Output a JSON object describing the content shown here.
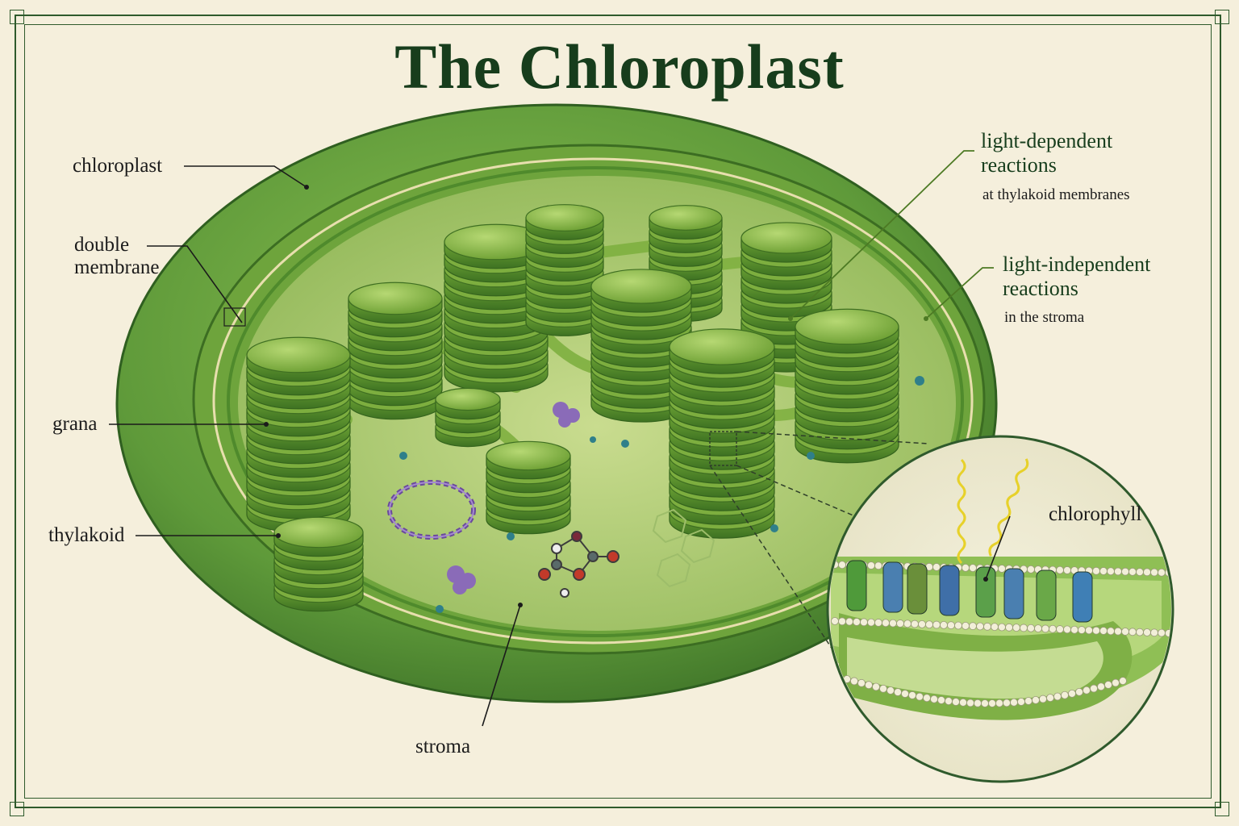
{
  "title": "The Chloroplast",
  "labels": {
    "chloroplast": "chloroplast",
    "double_membrane": "double\nmembrane",
    "grana": "grana",
    "thylakoid": "thylakoid",
    "stroma": "stroma",
    "light_dependent": "light-dependent\nreactions",
    "light_dependent_sub": "at thylakoid membranes",
    "light_independent": "light-independent\nreactions",
    "light_independent_sub": "in the stroma",
    "chlorophyll": "chlorophyll"
  },
  "colors": {
    "title": "#173d1c",
    "frame": "#2f5a2c",
    "background": "#f5efdc",
    "chloroplast_outer": "#5f9a3a",
    "thylakoid": "#7fb43e",
    "stroma": "#b7cf7a"
  }
}
